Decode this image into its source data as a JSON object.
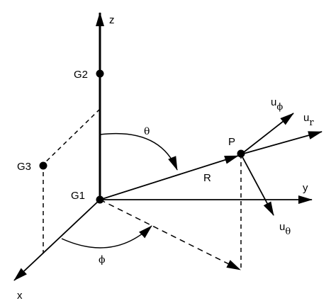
{
  "axes": {
    "x": "x",
    "y": "y",
    "z": "z"
  },
  "points": {
    "g1": "G1",
    "g2": "G2",
    "g3": "G3",
    "p": "P"
  },
  "vectors": {
    "radius": "R",
    "u_phi": {
      "base": "u",
      "sub": "ϕ"
    },
    "u_r": {
      "base": "u",
      "sub": "r"
    },
    "u_theta": {
      "base": "u",
      "sub": "θ"
    }
  },
  "angles": {
    "theta": "θ",
    "phi": "ϕ"
  }
}
